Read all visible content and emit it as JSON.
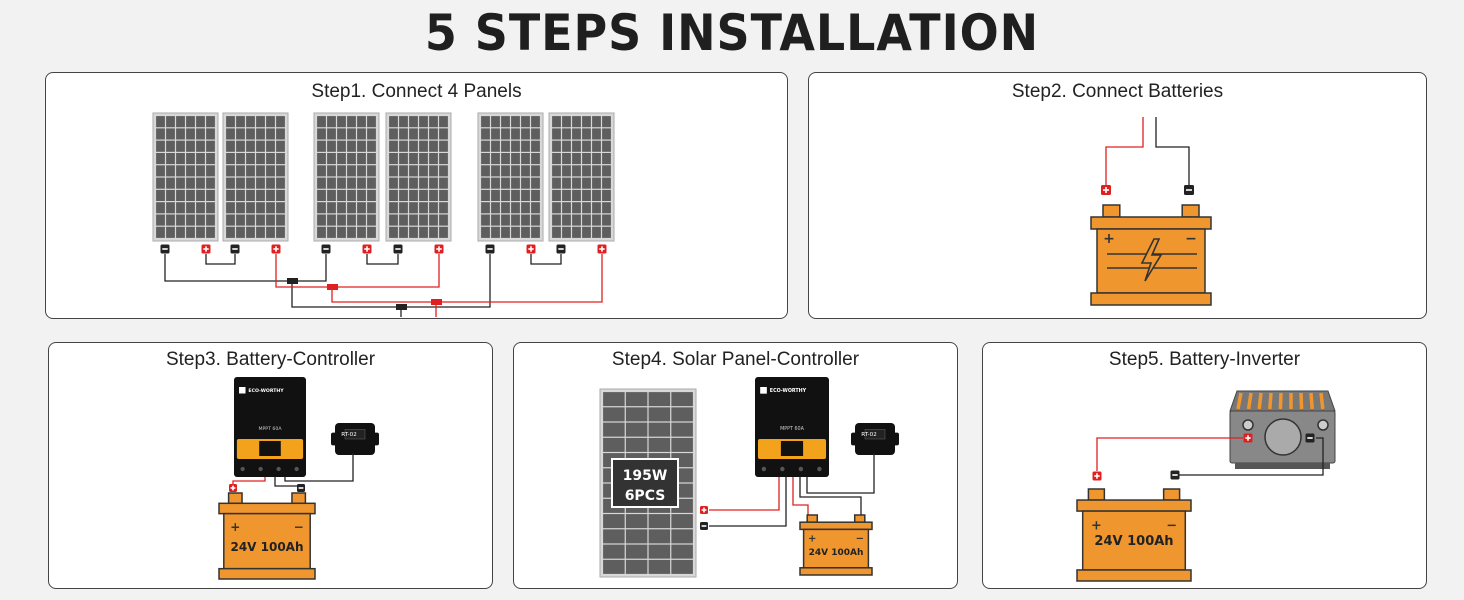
{
  "title": "5 STEPS INSTALLATION",
  "steps": [
    {
      "label": "Step1. Connect 4 Panels"
    },
    {
      "label": "Step2. Connect Batteries"
    },
    {
      "label": "Step3. Battery-Controller"
    },
    {
      "label": "Step4. Solar Panel-Controller"
    },
    {
      "label": "Step5. Battery-Inverter"
    }
  ],
  "battery_label": "24V 100Ah",
  "panel_badge": [
    "195W",
    "6PCS"
  ],
  "controller": {
    "brand": "ECO-WORTHY",
    "model": "MPPT 60A"
  },
  "remote_label": "RT-02",
  "colors": {
    "battery": "#f0962e",
    "positive": "#e02020",
    "negative": "#222222",
    "cell": "#5e5e5e",
    "controller": "#111111",
    "accent": "#f3a21c",
    "inverter": "#888888"
  }
}
